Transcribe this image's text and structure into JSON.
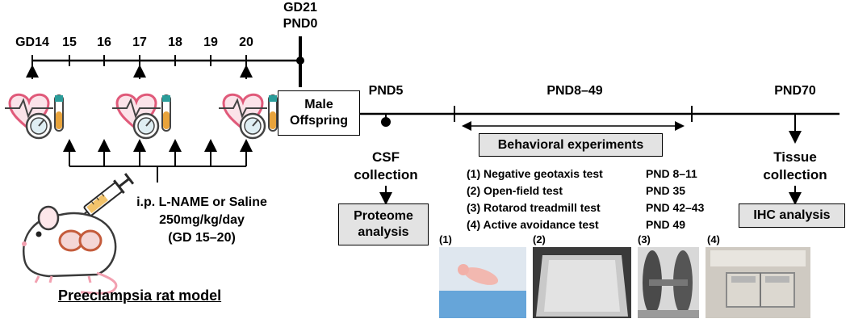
{
  "timeline": {
    "gd_ticks": [
      "GD14",
      "15",
      "16",
      "17",
      "18",
      "19",
      "20"
    ],
    "gd21": "GD21",
    "pnd0": "PND0",
    "pnd5": "PND5",
    "pnd8_49": "PND8–49",
    "pnd70": "PND70"
  },
  "injection": {
    "line1": "i.p. L-NAME or Saline",
    "line2": "250mg/kg/day",
    "line3": "(GD 15–20)"
  },
  "model_title": "Preeclampsia rat model",
  "male_offspring": {
    "line1": "Male",
    "line2": "Offspring"
  },
  "csf": {
    "line1": "CSF",
    "line2": "collection"
  },
  "proteome": {
    "line1": "Proteome",
    "line2": "analysis"
  },
  "behavioral": {
    "title": "Behavioral experiments",
    "tests": [
      {
        "name": "(1) Negative geotaxis test",
        "pnd": "PND 8–11"
      },
      {
        "name": "(2) Open-field test",
        "pnd": "PND 35"
      },
      {
        "name": "(3) Rotarod treadmill test",
        "pnd": "PND 42–43"
      },
      {
        "name": "(4) Active avoidance test",
        "pnd": "PND 49"
      }
    ]
  },
  "tissue": {
    "line1": "Tissue",
    "line2": "collection"
  },
  "ihc": "IHC analysis",
  "photo_labels": [
    "(1)",
    "(2)",
    "(3)",
    "(4)"
  ],
  "icons": [
    "heart-monitor-icon",
    "speedometer-icon",
    "blood-tube-icon",
    "syringe-icon",
    "rat-icon"
  ],
  "colors": {
    "heart_outline": "#e05a7a",
    "heart_fill": "#fbe3e9",
    "tube_teal": "#2a9d9a",
    "tube_liquid": "#e8a33b",
    "box_gray": "#e3e3e3"
  }
}
